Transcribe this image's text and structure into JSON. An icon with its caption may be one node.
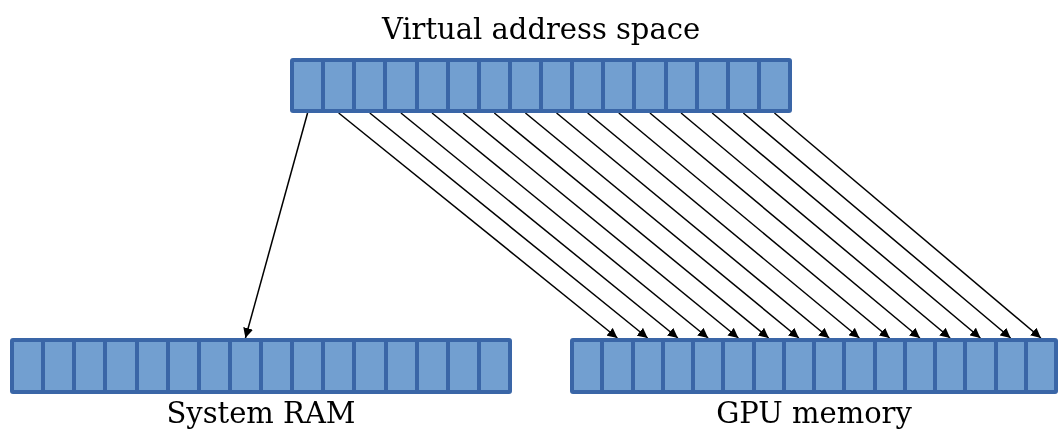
{
  "diagram": {
    "nodes": [
      {
        "text": [
          "Virtual address space"
        ]
      },
      {
        "text": [],
        "shape": "box",
        "in": 0
      },
      {
        "text": [],
        "shape": "box",
        "in": 0
      },
      {
        "text": [],
        "shape": "box",
        "in": 0
      },
      {
        "text": [],
        "shape": "box",
        "in": 0
      },
      {
        "text": [],
        "shape": "box",
        "in": 0
      },
      {
        "text": [],
        "shape": "box",
        "in": 0
      },
      {
        "text": [],
        "shape": "box",
        "in": 0
      },
      {
        "text": [],
        "shape": "box",
        "in": 0
      },
      {
        "text": [],
        "shape": "box",
        "in": 0
      },
      {
        "text": [],
        "shape": "box",
        "in": 0
      },
      {
        "text": [],
        "shape": "box",
        "in": 0
      },
      {
        "text": [],
        "shape": "box",
        "in": 0
      },
      {
        "text": [],
        "shape": "box",
        "in": 0
      },
      {
        "text": [],
        "shape": "box",
        "in": 0
      },
      {
        "text": [],
        "shape": "box",
        "in": 0
      },
      {
        "text": [],
        "shape": "box",
        "in": 0
      },
      {
        "text": [
          "System RAM"
        ]
      },
      {
        "text": [],
        "shape": "box",
        "in": 17
      },
      {
        "text": [],
        "shape": "box",
        "in": 17
      },
      {
        "text": [],
        "shape": "box",
        "in": 17
      },
      {
        "text": [],
        "shape": "box",
        "in": 17
      },
      {
        "text": [],
        "shape": "box",
        "in": 17
      },
      {
        "text": [],
        "shape": "box",
        "in": 17
      },
      {
        "text": [],
        "shape": "box",
        "in": 17
      },
      {
        "text": [],
        "shape": "box",
        "in": 17
      },
      {
        "text": [],
        "shape": "box",
        "in": 17
      },
      {
        "text": [],
        "shape": "box",
        "in": 17
      },
      {
        "text": [],
        "shape": "box",
        "in": 17
      },
      {
        "text": [],
        "shape": "box",
        "in": 17
      },
      {
        "text": [],
        "shape": "box",
        "in": 17
      },
      {
        "text": [],
        "shape": "box",
        "in": 17
      },
      {
        "text": [],
        "shape": "box",
        "in": 17
      },
      {
        "text": [],
        "shape": "box",
        "in": 17
      },
      {
        "text": [
          "GPU memory"
        ]
      },
      {
        "text": [],
        "shape": "box",
        "in": 34
      },
      {
        "text": [],
        "shape": "box",
        "in": 34
      },
      {
        "text": [],
        "shape": "box",
        "in": 34
      },
      {
        "text": [],
        "shape": "box",
        "in": 34
      },
      {
        "text": [],
        "shape": "box",
        "in": 34
      },
      {
        "text": [],
        "shape": "box",
        "in": 34
      },
      {
        "text": [],
        "shape": "box",
        "in": 34
      },
      {
        "text": [],
        "shape": "box",
        "in": 34
      },
      {
        "text": [],
        "shape": "box",
        "in": 34
      },
      {
        "text": [],
        "shape": "box",
        "in": 34
      },
      {
        "text": [],
        "shape": "box",
        "in": 34
      },
      {
        "text": [],
        "shape": "box",
        "in": 34
      },
      {
        "text": [],
        "shape": "box",
        "in": 34
      },
      {
        "text": [],
        "shape": "box",
        "in": 34
      },
      {
        "text": [],
        "shape": "box",
        "in": 34
      },
      {
        "text": [],
        "shape": "box",
        "in": 34
      }
    ],
    "edges": [
      {
        "from": 1,
        "to": 25,
        "arrow": "to"
      },
      {
        "from": 2,
        "to": 36,
        "arrow": "to"
      },
      {
        "from": 3,
        "to": 37,
        "arrow": "to"
      },
      {
        "from": 4,
        "to": 38,
        "arrow": "to"
      },
      {
        "from": 5,
        "to": 39,
        "arrow": "to"
      },
      {
        "from": 6,
        "to": 40,
        "arrow": "to"
      },
      {
        "from": 7,
        "to": 41,
        "arrow": "to"
      },
      {
        "from": 8,
        "to": 42,
        "arrow": "to"
      },
      {
        "from": 9,
        "to": 43,
        "arrow": "to"
      },
      {
        "from": 10,
        "to": 44,
        "arrow": "to"
      },
      {
        "from": 11,
        "to": 45,
        "arrow": "to"
      },
      {
        "from": 12,
        "to": 46,
        "arrow": "to"
      },
      {
        "from": 13,
        "to": 47,
        "arrow": "to"
      },
      {
        "from": 14,
        "to": 48,
        "arrow": "to"
      },
      {
        "from": 15,
        "to": 49,
        "arrow": "to"
      },
      {
        "from": 16,
        "to": 50,
        "arrow": "to"
      }
    ]
  }
}
